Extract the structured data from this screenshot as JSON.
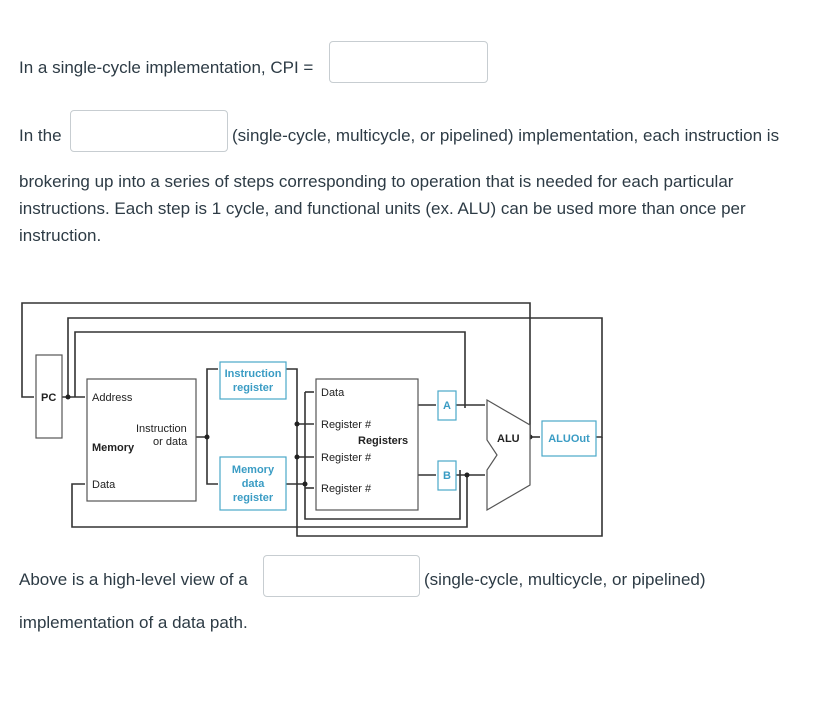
{
  "q1": {
    "prefix": "In a single-cycle implementation, CPI =",
    "value": ""
  },
  "q2": {
    "prefix": "In the",
    "value": "",
    "suffix": "(single-cycle, multicycle, or pipelined) implementation, each instruction is",
    "paragraph": "brokering up into a series of steps corresponding to operation that is needed for each particular instructions.  Each step is 1 cycle, and functional units (ex. ALU) can be used more than once per instruction."
  },
  "diagram": {
    "pc": "PC",
    "address": "Address",
    "instruction_or_data_1": "Instruction",
    "instruction_or_data_2": "or data",
    "memory": "Memory",
    "mem_data": "Data",
    "ir_1": "Instruction",
    "ir_2": "register",
    "mdr_1": "Memory",
    "mdr_2": "data",
    "mdr_3": "register",
    "reg_data": "Data",
    "reg_num": "Register #",
    "registers": "Registers",
    "a": "A",
    "b": "B",
    "alu": "ALU",
    "aluout": "ALUOut"
  },
  "q3": {
    "prefix": "Above is a high-level view of a",
    "value": "",
    "suffix": "(single-cycle, multicycle, or pipelined)",
    "line2": "implementation of a data path."
  }
}
